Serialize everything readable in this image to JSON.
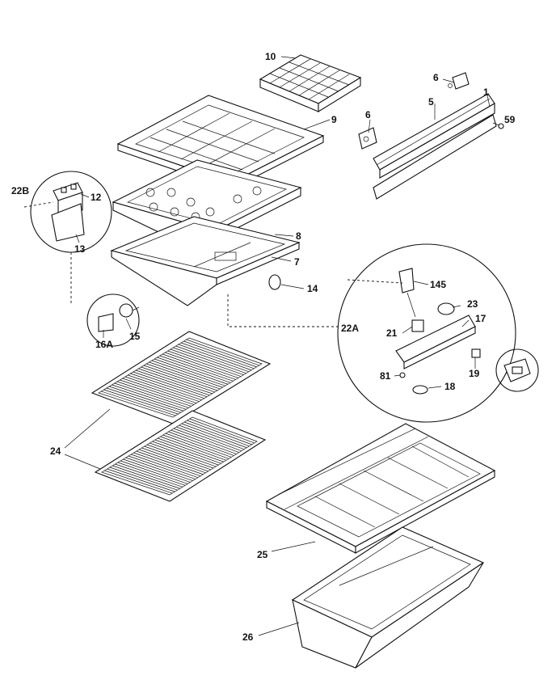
{
  "diagram": {
    "labels": {
      "l10": "10",
      "l6a": "6",
      "l1": "1",
      "l5": "5",
      "l59": "59",
      "l6b": "6",
      "l9": "9",
      "l22b": "22B",
      "l12": "12",
      "l13": "13",
      "l8": "8",
      "l7": "7",
      "l14": "14",
      "l15": "15",
      "l16a": "16A",
      "l145": "145",
      "l23": "23",
      "l22a": "22A",
      "l21": "21",
      "l17": "17",
      "l81": "81",
      "l18": "18",
      "l19": "19",
      "l24": "24",
      "l25": "25",
      "l26": "26"
    }
  }
}
